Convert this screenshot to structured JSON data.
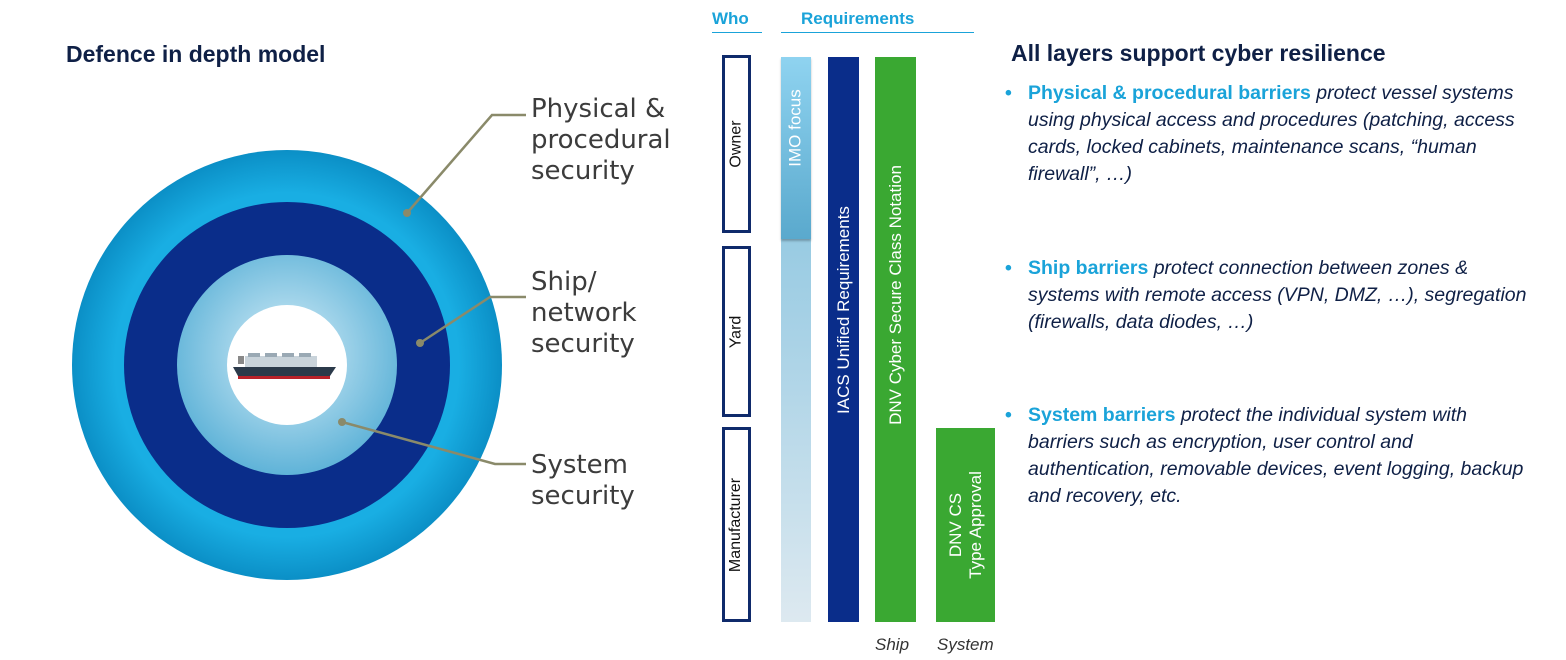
{
  "title": "Defence in depth model",
  "rings": [
    {
      "label_lines": [
        "Physical &",
        "procedural",
        "security"
      ],
      "color": "#12a2d8"
    },
    {
      "label_lines": [
        "Ship/",
        "network",
        "security"
      ],
      "color": "#0a2d8a"
    },
    {
      "label_lines": [
        "System",
        "security"
      ],
      "color": "#8ccde8"
    }
  ],
  "center_icon": "ship-icon",
  "headers": {
    "who": "Who",
    "requirements": "Requirements"
  },
  "who": [
    "Owner",
    "Yard",
    "Manufacturer"
  ],
  "bars": [
    {
      "label": "IMO focus",
      "color": "#7ec8e8"
    },
    {
      "label": "IACS Unified Requirements",
      "color": "#0a2d8a"
    },
    {
      "label": "DNV Cyber Secure Class Notation",
      "color": "#3aa832"
    },
    {
      "label_lines": [
        "DNV CS",
        "Type Approval"
      ],
      "color": "#3aa832"
    }
  ],
  "bar_captions": {
    "ship": "Ship",
    "system": "System"
  },
  "right_title": "All layers support cyber resilience",
  "bullets": [
    {
      "lead": "Physical & procedural barriers",
      "rest": " protect vessel systems using physical access and procedures (patching, access cards, locked cabinets, maintenance scans, “human firewall”, …)"
    },
    {
      "lead": "Ship barriers",
      "rest": " protect connection between zones & systems with remote access (VPN, DMZ, …), segregation (firewalls, data diodes, …)"
    },
    {
      "lead": "System barriers",
      "rest": " protect the individual system with barriers such as encryption, user control and authentication, removable devices, event logging, backup and recovery, etc."
    }
  ]
}
